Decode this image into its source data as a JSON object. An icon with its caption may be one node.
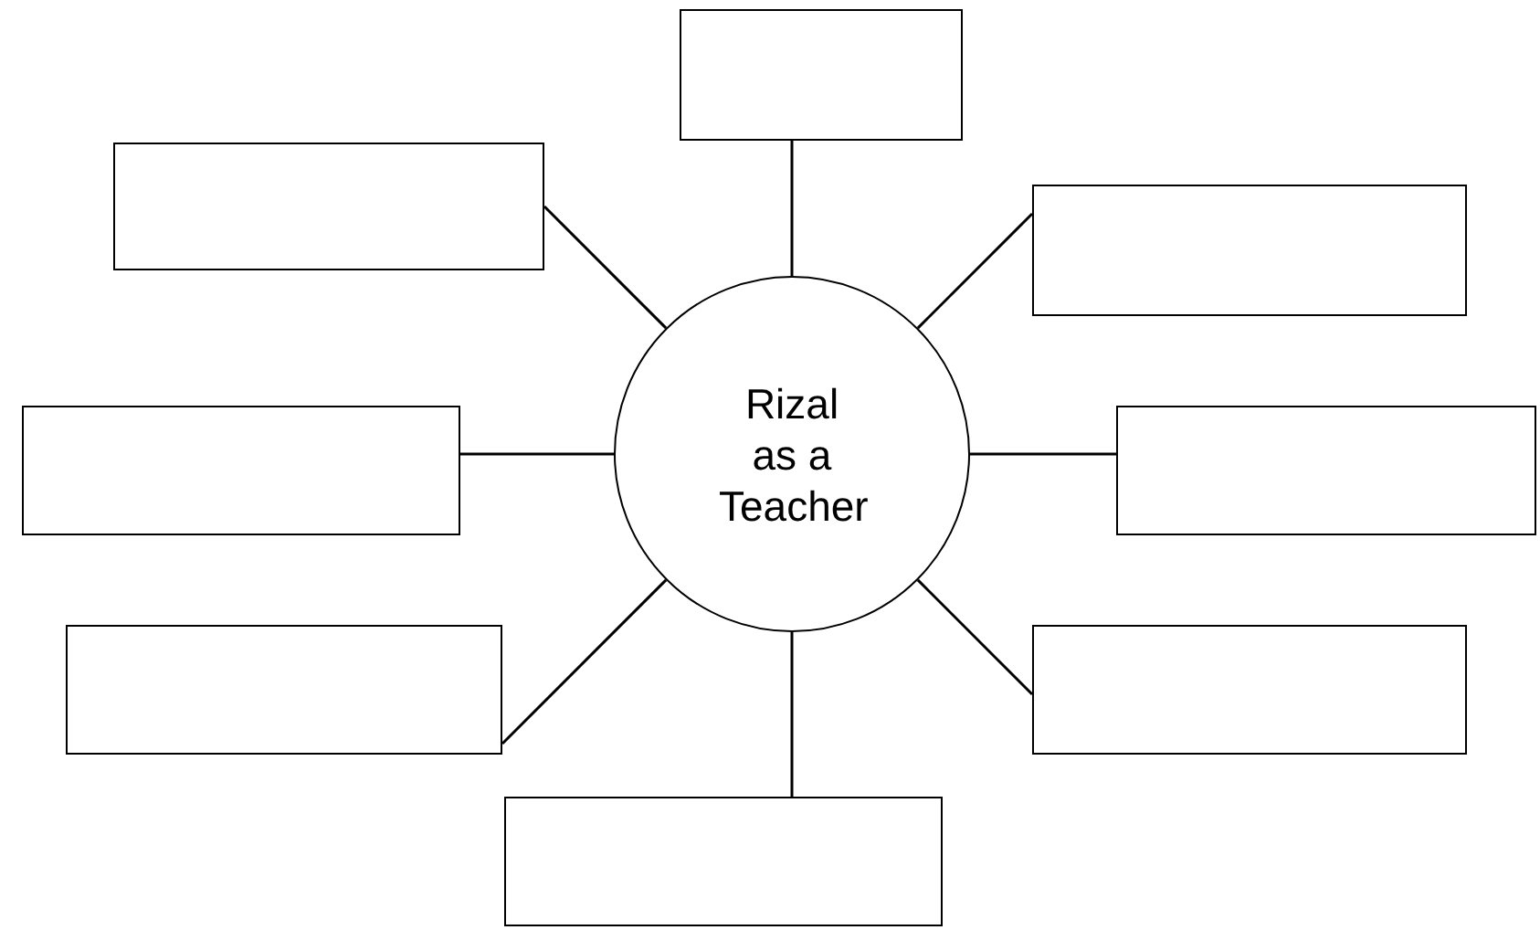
{
  "diagram": {
    "nodes": [
      {
        "text": [
          "Rizal as a Teacher"
        ]
      },
      {
        "text": [],
        "shape": "box"
      },
      {
        "text": [],
        "shape": "box"
      },
      {
        "text": [],
        "shape": "box"
      },
      {
        "text": [],
        "shape": "box"
      },
      {
        "text": [],
        "shape": "box"
      },
      {
        "text": [],
        "shape": "box"
      },
      {
        "text": [],
        "shape": "box"
      },
      {
        "text": [],
        "shape": "box"
      }
    ],
    "edges": [
      {
        "from": 0,
        "to": 1,
        "arrow": "none"
      },
      {
        "from": 0,
        "to": 2,
        "arrow": "none"
      },
      {
        "from": 0,
        "to": 3,
        "arrow": "none"
      },
      {
        "from": 0,
        "to": 4,
        "arrow": "none"
      },
      {
        "from": 0,
        "to": 5,
        "arrow": "none"
      },
      {
        "from": 0,
        "to": 6,
        "arrow": "none"
      },
      {
        "from": 0,
        "to": 7,
        "arrow": "none"
      },
      {
        "from": 0,
        "to": 8,
        "arrow": "none"
      }
    ]
  }
}
